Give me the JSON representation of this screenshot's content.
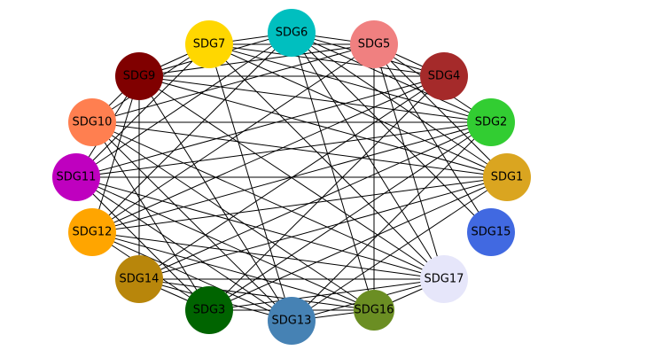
{
  "graph": {
    "nodes": [
      {
        "id": "SDG1",
        "label": "SDG1",
        "color": "#daa520"
      },
      {
        "id": "SDG2",
        "label": "SDG2",
        "color": "#32cd32"
      },
      {
        "id": "SDG3",
        "label": "SDG3",
        "color": "#006400"
      },
      {
        "id": "SDG4",
        "label": "SDG4",
        "color": "#a52a2a"
      },
      {
        "id": "SDG5",
        "label": "SDG5",
        "color": "#f08080"
      },
      {
        "id": "SDG6",
        "label": "SDG6",
        "color": "#00bfbf"
      },
      {
        "id": "SDG7",
        "label": "SDG7",
        "color": "#ffd700"
      },
      {
        "id": "SDG9",
        "label": "SDG9",
        "color": "#800000"
      },
      {
        "id": "SDG10",
        "label": "SDG10",
        "color": "#ff7f50"
      },
      {
        "id": "SDG11",
        "label": "SDG11",
        "color": "#bf00bf"
      },
      {
        "id": "SDG12",
        "label": "SDG12",
        "color": "#ffa500"
      },
      {
        "id": "SDG13",
        "label": "SDG13",
        "color": "#4682b4"
      },
      {
        "id": "SDG14",
        "label": "SDG14",
        "color": "#b8860b"
      },
      {
        "id": "SDG15",
        "label": "SDG15",
        "color": "#4169e1"
      },
      {
        "id": "SDG16",
        "label": "SDG16",
        "color": "#6b8e23"
      },
      {
        "id": "SDG17",
        "label": "SDG17",
        "color": "#e6e6fa"
      }
    ],
    "edges": [
      [
        "SDG1",
        "SDG10"
      ],
      [
        "SDG1",
        "SDG11"
      ],
      [
        "SDG1",
        "SDG12"
      ],
      [
        "SDG1",
        "SDG14"
      ],
      [
        "SDG1",
        "SDG3"
      ],
      [
        "SDG1",
        "SDG13"
      ],
      [
        "SDG1",
        "SDG9"
      ],
      [
        "SDG1",
        "SDG7"
      ],
      [
        "SDG1",
        "SDG6"
      ],
      [
        "SDG1",
        "SDG5"
      ],
      [
        "SDG2",
        "SDG10"
      ],
      [
        "SDG2",
        "SDG11"
      ],
      [
        "SDG2",
        "SDG12"
      ],
      [
        "SDG2",
        "SDG14"
      ],
      [
        "SDG2",
        "SDG3"
      ],
      [
        "SDG2",
        "SDG9"
      ],
      [
        "SDG2",
        "SDG7"
      ],
      [
        "SDG2",
        "SDG6"
      ],
      [
        "SDG2",
        "SDG5"
      ],
      [
        "SDG2",
        "SDG13"
      ],
      [
        "SDG4",
        "SDG9"
      ],
      [
        "SDG4",
        "SDG11"
      ],
      [
        "SDG4",
        "SDG12"
      ],
      [
        "SDG4",
        "SDG3"
      ],
      [
        "SDG4",
        "SDG7"
      ],
      [
        "SDG4",
        "SDG6"
      ],
      [
        "SDG4",
        "SDG5"
      ],
      [
        "SDG4",
        "SDG14"
      ],
      [
        "SDG5",
        "SDG6"
      ],
      [
        "SDG5",
        "SDG7"
      ],
      [
        "SDG5",
        "SDG9"
      ],
      [
        "SDG5",
        "SDG10"
      ],
      [
        "SDG5",
        "SDG12"
      ],
      [
        "SDG5",
        "SDG16"
      ],
      [
        "SDG5",
        "SDG17"
      ],
      [
        "SDG5",
        "SDG15"
      ],
      [
        "SDG6",
        "SDG7"
      ],
      [
        "SDG6",
        "SDG9"
      ],
      [
        "SDG6",
        "SDG11"
      ],
      [
        "SDG6",
        "SDG12"
      ],
      [
        "SDG6",
        "SDG16"
      ],
      [
        "SDG6",
        "SDG17"
      ],
      [
        "SDG6",
        "SDG15"
      ],
      [
        "SDG7",
        "SDG9"
      ],
      [
        "SDG7",
        "SDG10"
      ],
      [
        "SDG7",
        "SDG11"
      ],
      [
        "SDG7",
        "SDG13"
      ],
      [
        "SDG7",
        "SDG17"
      ],
      [
        "SDG9",
        "SDG10"
      ],
      [
        "SDG9",
        "SDG11"
      ],
      [
        "SDG9",
        "SDG12"
      ],
      [
        "SDG9",
        "SDG13"
      ],
      [
        "SDG9",
        "SDG14"
      ],
      [
        "SDG9",
        "SDG17"
      ],
      [
        "SDG10",
        "SDG3"
      ],
      [
        "SDG10",
        "SDG13"
      ],
      [
        "SDG10",
        "SDG16"
      ],
      [
        "SDG10",
        "SDG17"
      ],
      [
        "SDG11",
        "SDG3"
      ],
      [
        "SDG11",
        "SDG13"
      ],
      [
        "SDG11",
        "SDG16"
      ],
      [
        "SDG11",
        "SDG17"
      ],
      [
        "SDG12",
        "SDG3"
      ],
      [
        "SDG12",
        "SDG13"
      ],
      [
        "SDG12",
        "SDG16"
      ],
      [
        "SDG12",
        "SDG17"
      ],
      [
        "SDG14",
        "SDG3"
      ],
      [
        "SDG14",
        "SDG13"
      ],
      [
        "SDG14",
        "SDG16"
      ],
      [
        "SDG14",
        "SDG17"
      ],
      [
        "SDG3",
        "SDG17"
      ],
      [
        "SDG3",
        "SDG16"
      ],
      [
        "SDG13",
        "SDG17"
      ],
      [
        "SDG13",
        "SDG16"
      ],
      [
        "SDG16",
        "SDG17"
      ]
    ]
  }
}
